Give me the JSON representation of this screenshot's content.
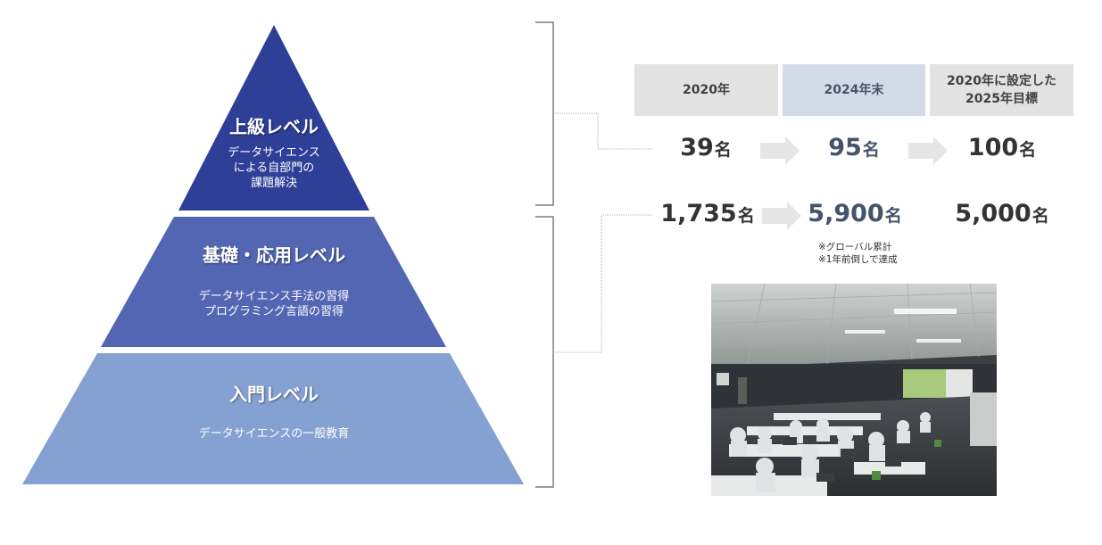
{
  "pyramid": {
    "tiers": [
      {
        "title": "上級レベル",
        "description": "データサイエンス\nによる自部門の\n課題解決",
        "color": "#2e3f97"
      },
      {
        "title": "基礎・応用レベル",
        "description": "データサイエンス手法の習得\nプログラミング言語の習得",
        "color": "#5266b3"
      },
      {
        "title": "入門レベル",
        "description": "データサイエンスの一般教育",
        "color": "#84a1d2"
      }
    ]
  },
  "table": {
    "headers": [
      "2020年",
      "2024年末",
      "2020年に設定した\n2025年目標"
    ],
    "unit": "名",
    "rows": [
      {
        "values": [
          "39",
          "95",
          "100"
        ]
      },
      {
        "values": [
          "1,735",
          "5,900",
          "5,000"
        ]
      }
    ],
    "notes": "※グローバル累計\n※1年前倒しで達成"
  },
  "colors": {
    "header_gray": "#e2e2e2",
    "header_blue": "#d3dbe9",
    "arrow": "#e6e6e6",
    "bracket": "#7f7f7f"
  }
}
